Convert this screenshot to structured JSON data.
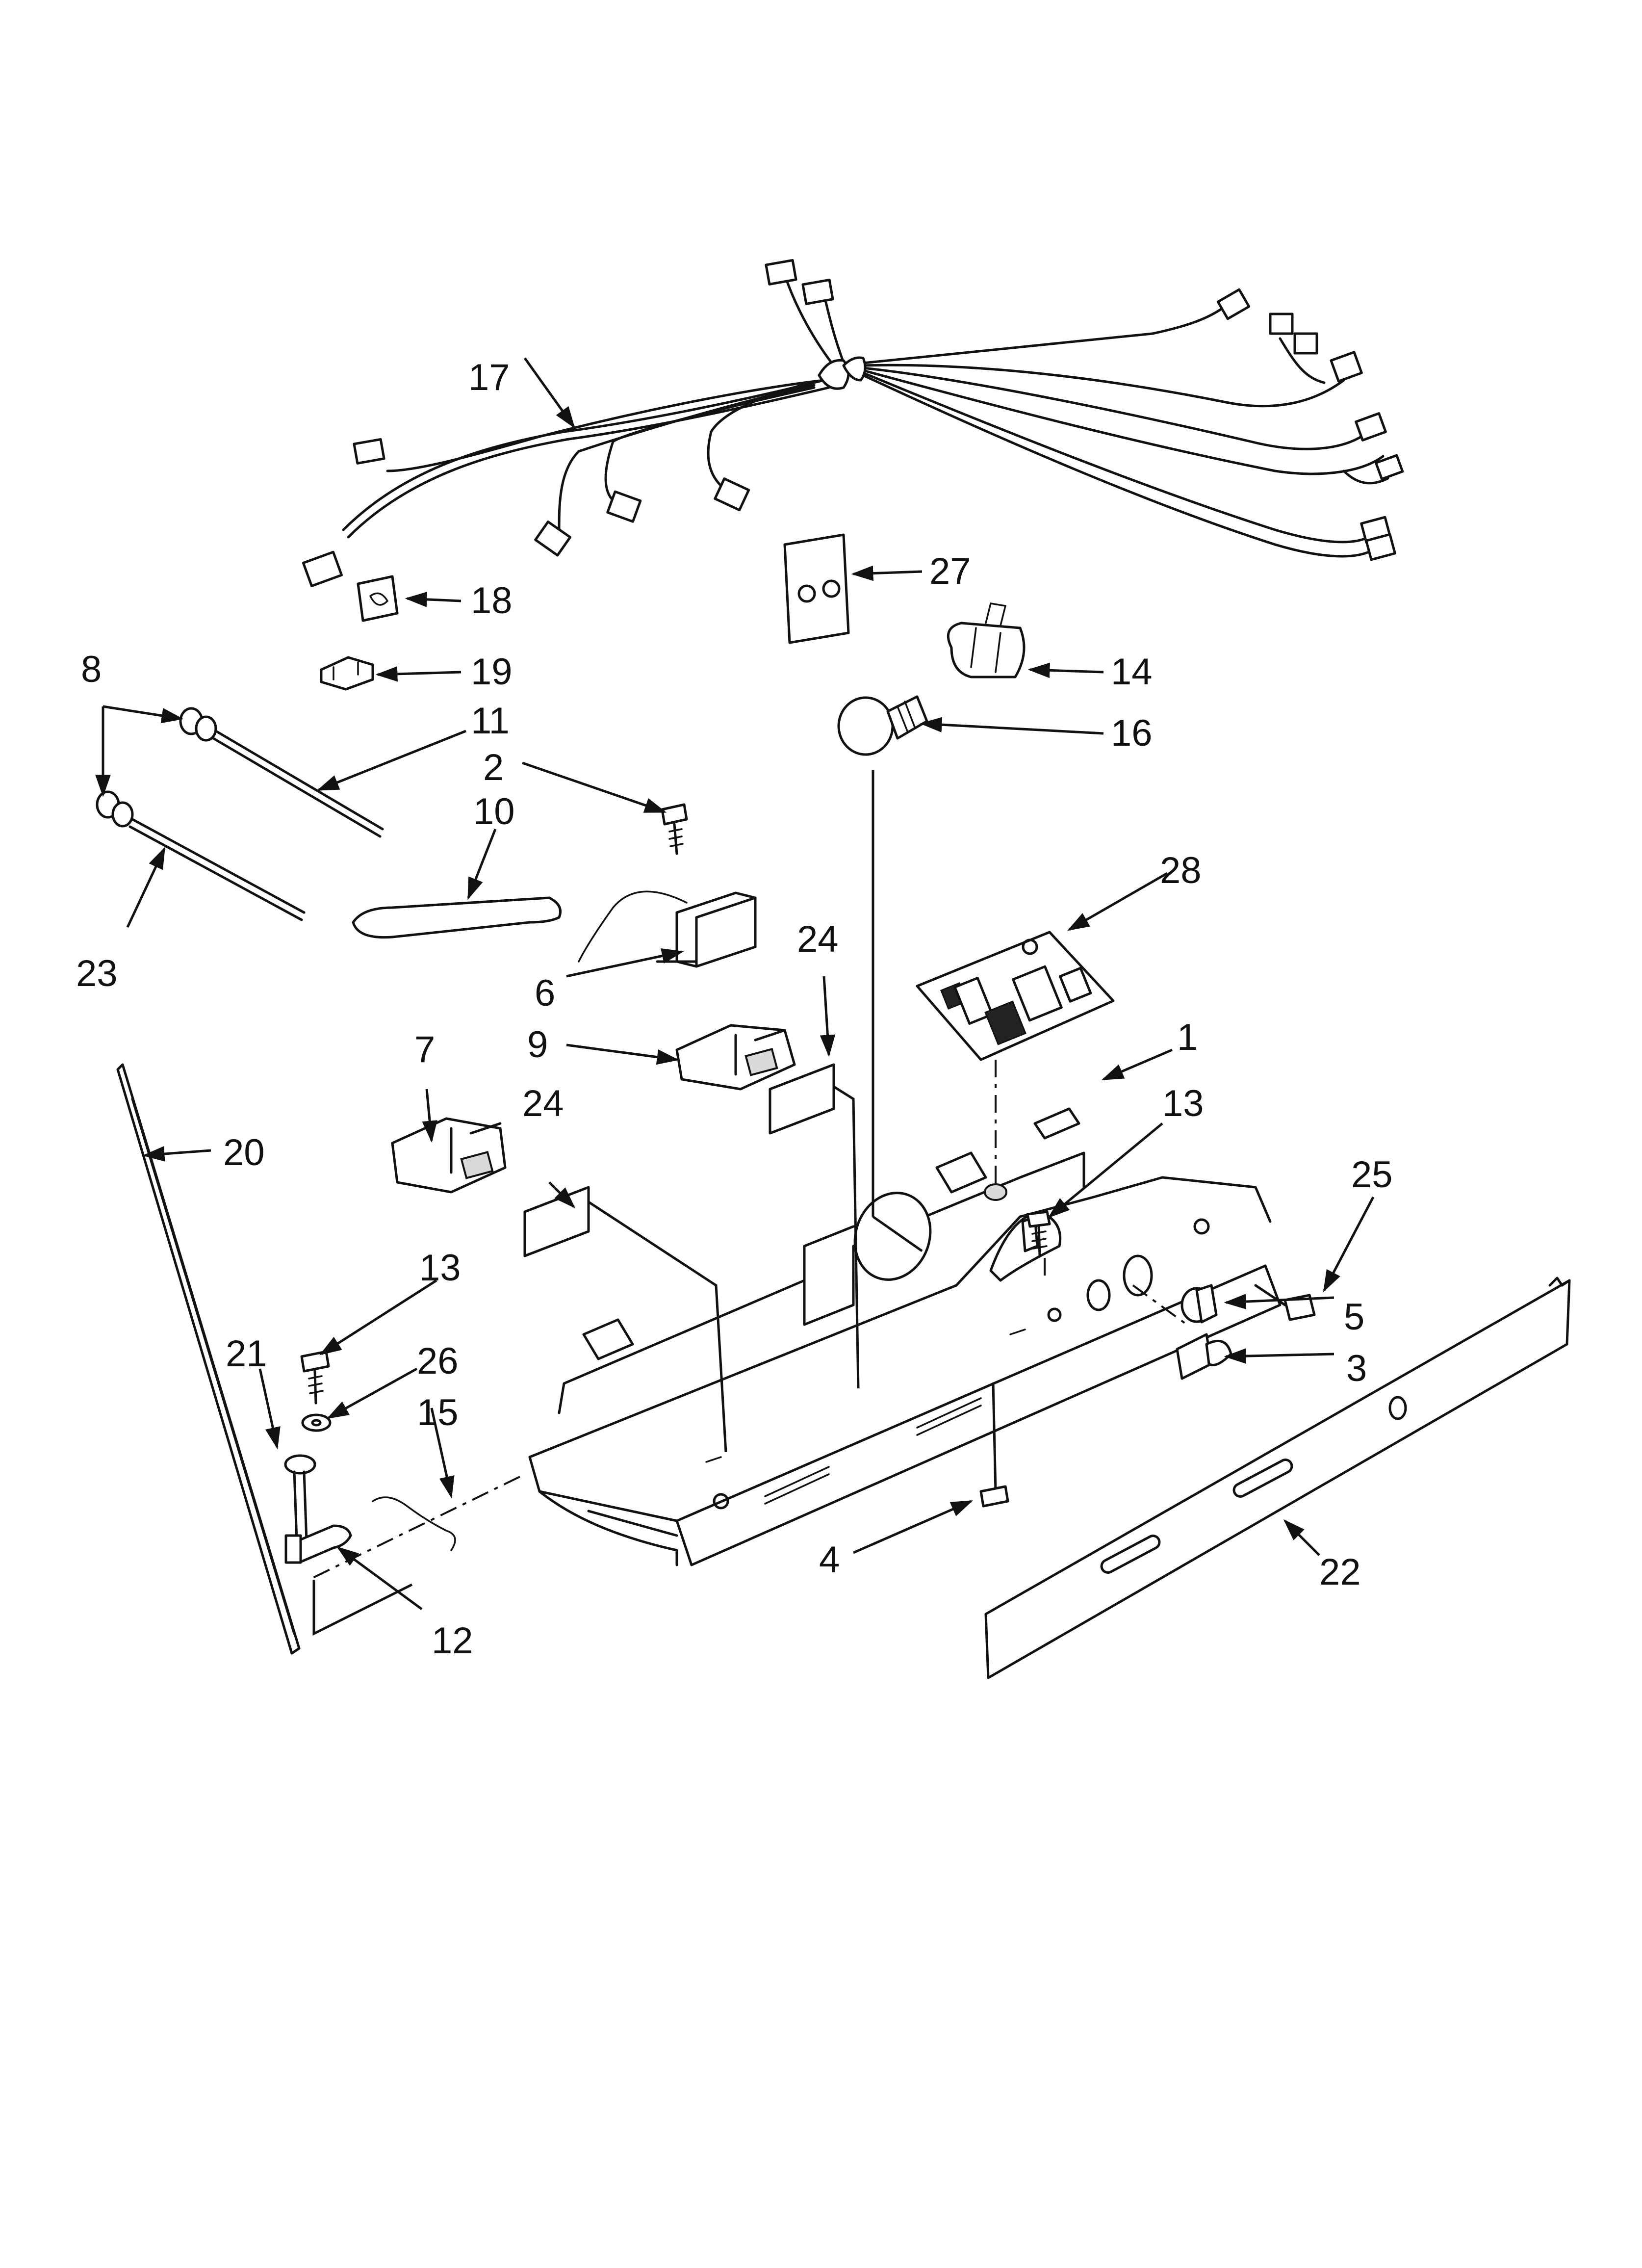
{
  "callouts": {
    "c1": "1",
    "c2": "2",
    "c3": "3",
    "c4": "4",
    "c5": "5",
    "c6": "6",
    "c7": "7",
    "c8": "8",
    "c9": "9",
    "c10": "10",
    "c11": "11",
    "c12": "12",
    "c13a": "13",
    "c13b": "13",
    "c14": "14",
    "c15": "15",
    "c16": "16",
    "c17": "17",
    "c18": "18",
    "c19": "19",
    "c20": "20",
    "c21": "21",
    "c22": "22",
    "c23": "23",
    "c24a": "24",
    "c24b": "24",
    "c25": "25",
    "c26": "26",
    "c27": "27",
    "c28": "28"
  },
  "colors": {
    "line": "#111111",
    "background": "#ffffff",
    "fill_grey": "#d9d9d9"
  }
}
